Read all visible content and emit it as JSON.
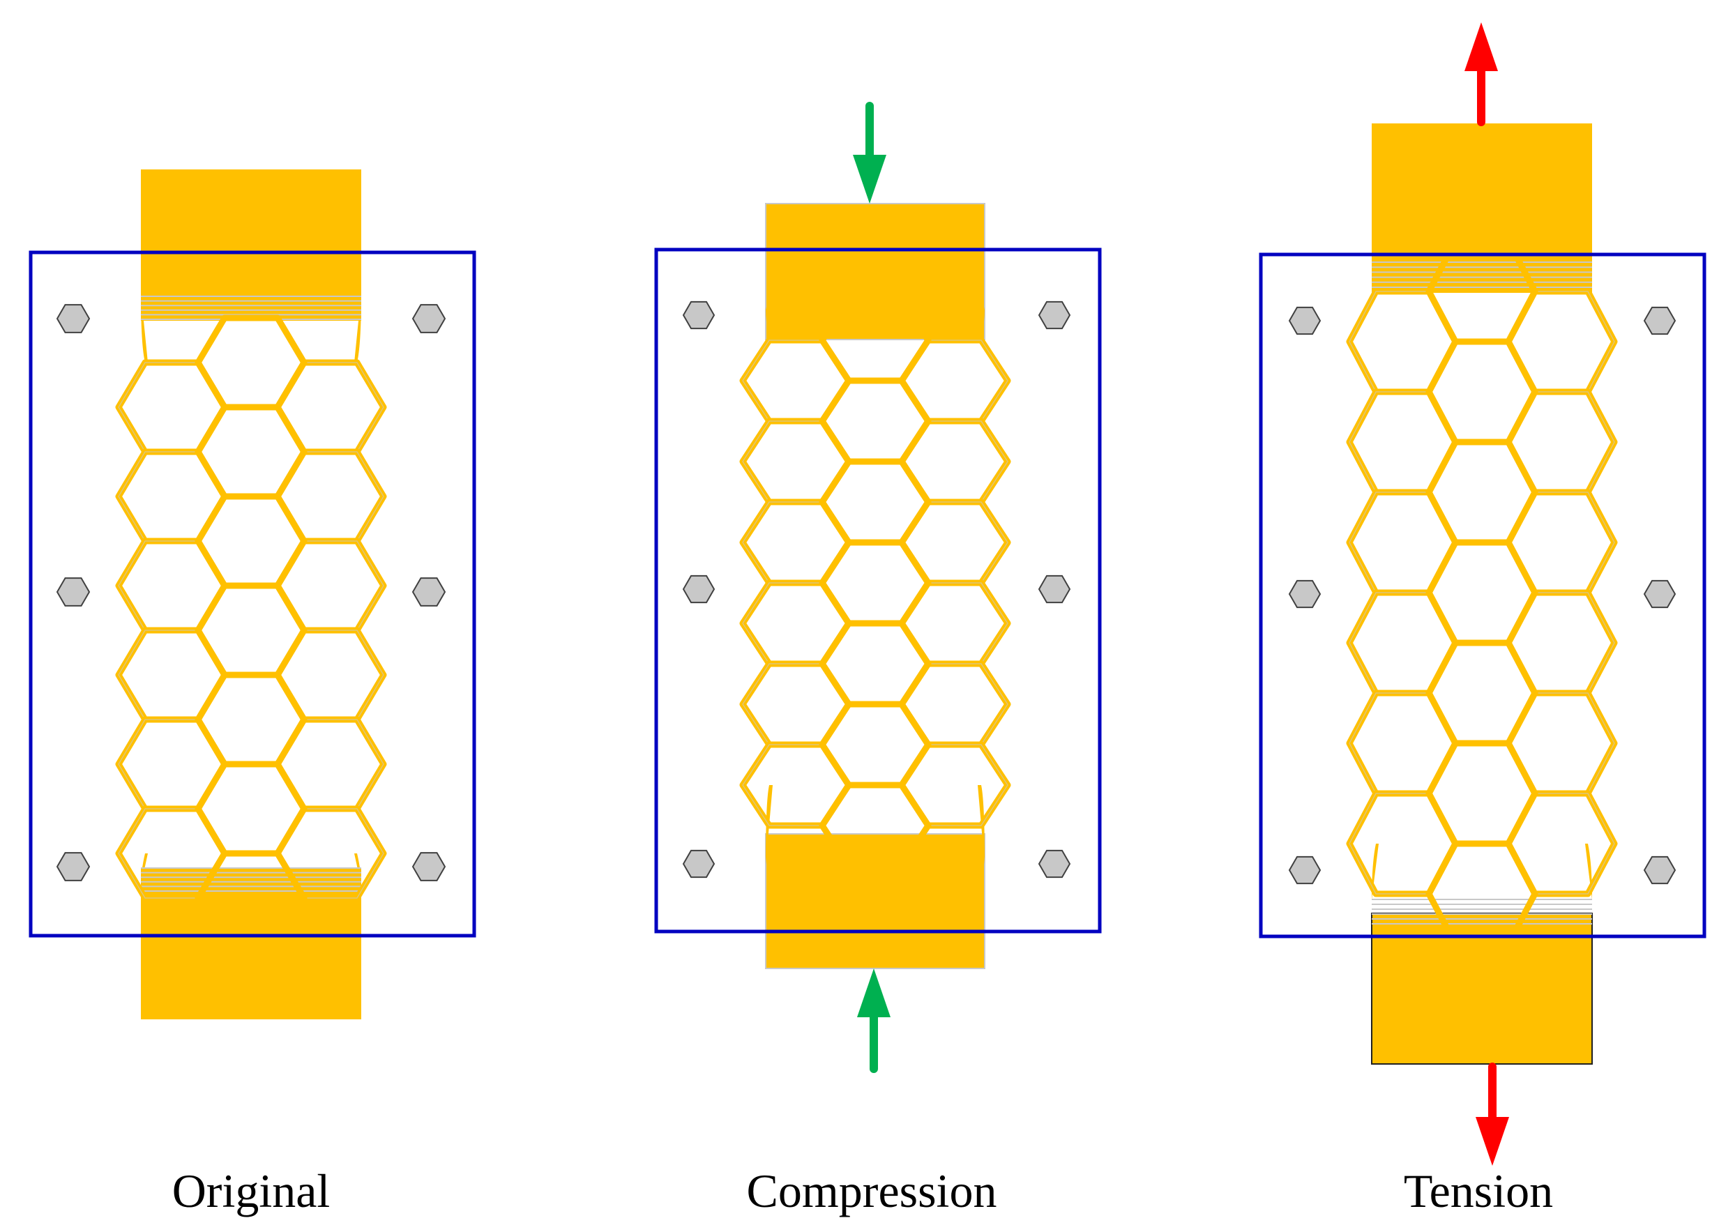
{
  "colors": {
    "specimen": "#FFC000",
    "cell_line": "#C8C8C8",
    "frame": "#0000C0",
    "bolt_fill": "#C8C8C8",
    "bolt_stroke": "#404040",
    "compression_arrow": "#00B050",
    "tension_arrow": "#FF0000",
    "grip_outline": "#202020"
  },
  "panels": [
    {
      "key": "original",
      "label": "Original",
      "load": "none"
    },
    {
      "key": "compression",
      "label": "Compression",
      "load": "compression-arrows"
    },
    {
      "key": "tension",
      "label": "Tension",
      "load": "tension-arrows"
    }
  ],
  "icons": {
    "bolt": "hexagon-bolt-icon",
    "compression_arrow": "green-arrow-icon",
    "tension_arrow": "red-arrow-icon"
  }
}
